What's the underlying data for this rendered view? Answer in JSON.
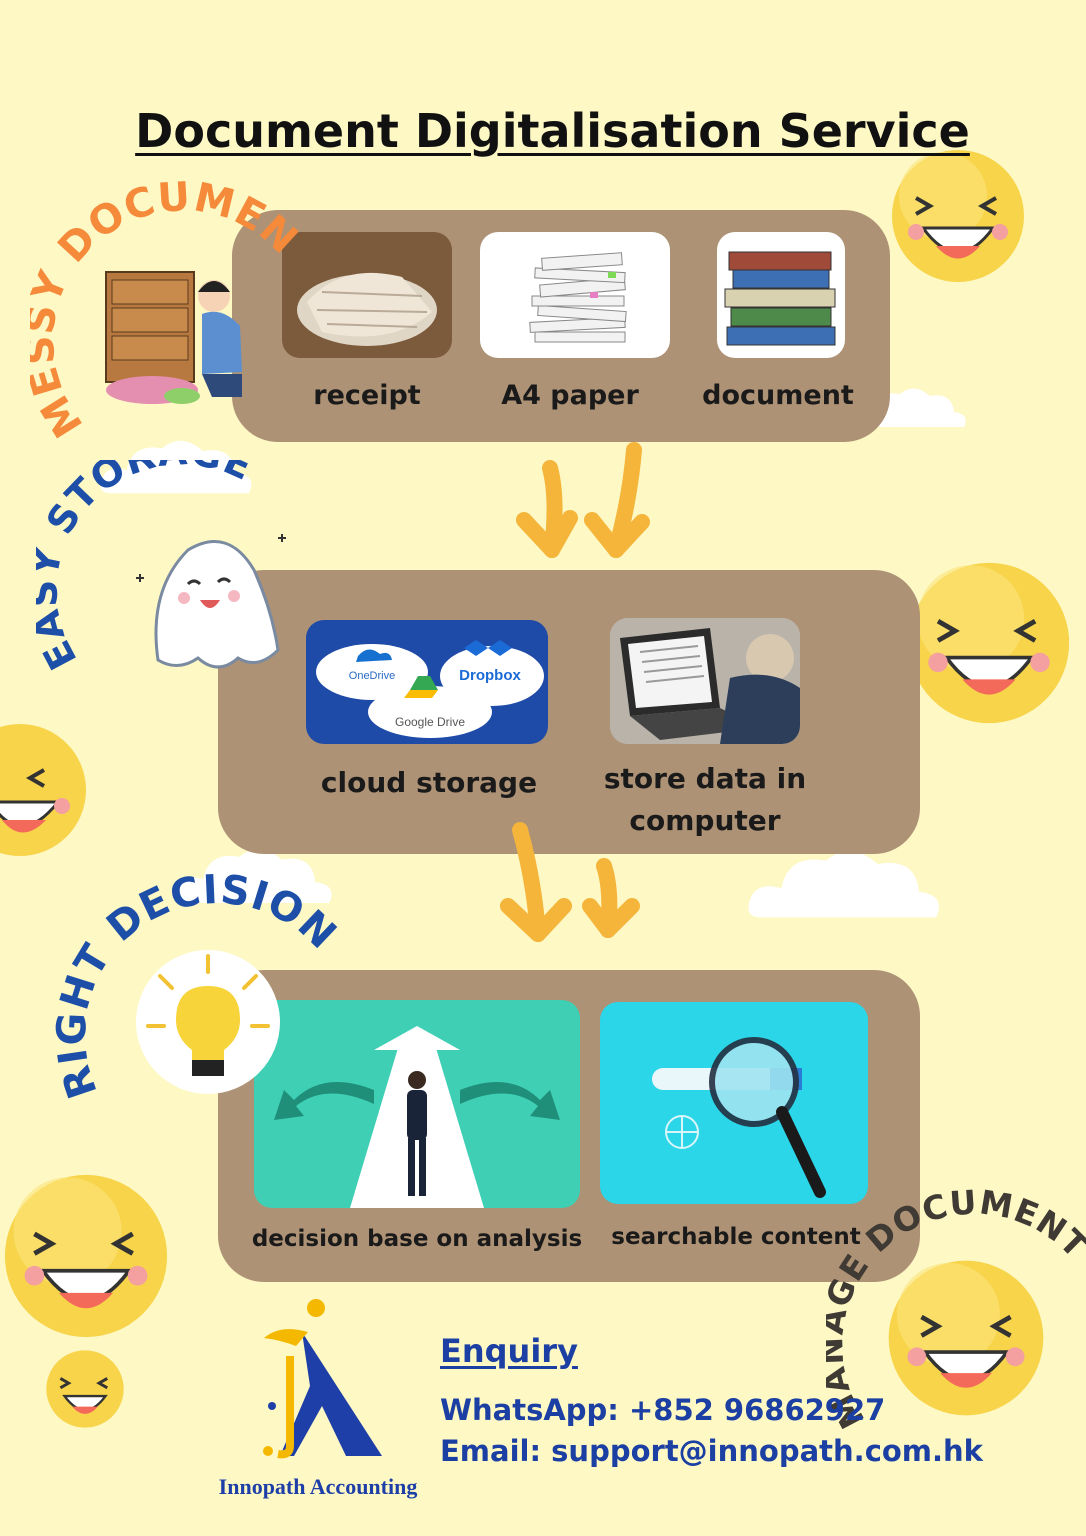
{
  "title": "Document Digitalisation Service",
  "sections": {
    "messy": {
      "heading": "MESSY DOCUMENT",
      "items": [
        {
          "label": "receipt",
          "icon": "receipt-pile-photo"
        },
        {
          "label": "A4 paper",
          "icon": "paper-stack-photo"
        },
        {
          "label": "document",
          "icon": "binder-stack-photo"
        }
      ]
    },
    "storage": {
      "heading": "EASY STORAGE",
      "items": [
        {
          "label": "cloud storage",
          "icon": "cloud-storage-logos"
        },
        {
          "label_line1": "store data in",
          "label_line2": "computer",
          "icon": "laptop-user-photo"
        }
      ],
      "cloud_logos": {
        "onedrive": "OneDrive",
        "dropbox": "Dropbox",
        "gdrive": "Google Drive"
      }
    },
    "decision": {
      "heading": "RIGHT DECISION",
      "items": [
        {
          "label": "decision base on analysis",
          "icon": "crossroads-illustration"
        },
        {
          "label": "searchable content",
          "icon": "magnifier-search-illustration"
        }
      ]
    },
    "manage": {
      "heading": "MANAGE DOCUMENT"
    }
  },
  "footer": {
    "brand": "Innopath Accounting",
    "enquiry": "Enquiry",
    "whatsapp": "WhatsApp: +852 96862927",
    "email": "Email: support@innopath.com.hk"
  },
  "colors": {
    "background": "#fdf8c4",
    "panel": "#ae9275",
    "orange_heading": "#f58a3a",
    "blue_heading": "#1e4fa8",
    "dark_heading": "#3f3a33",
    "arrow": "#f5b53a",
    "contact": "#1b3fa3"
  }
}
